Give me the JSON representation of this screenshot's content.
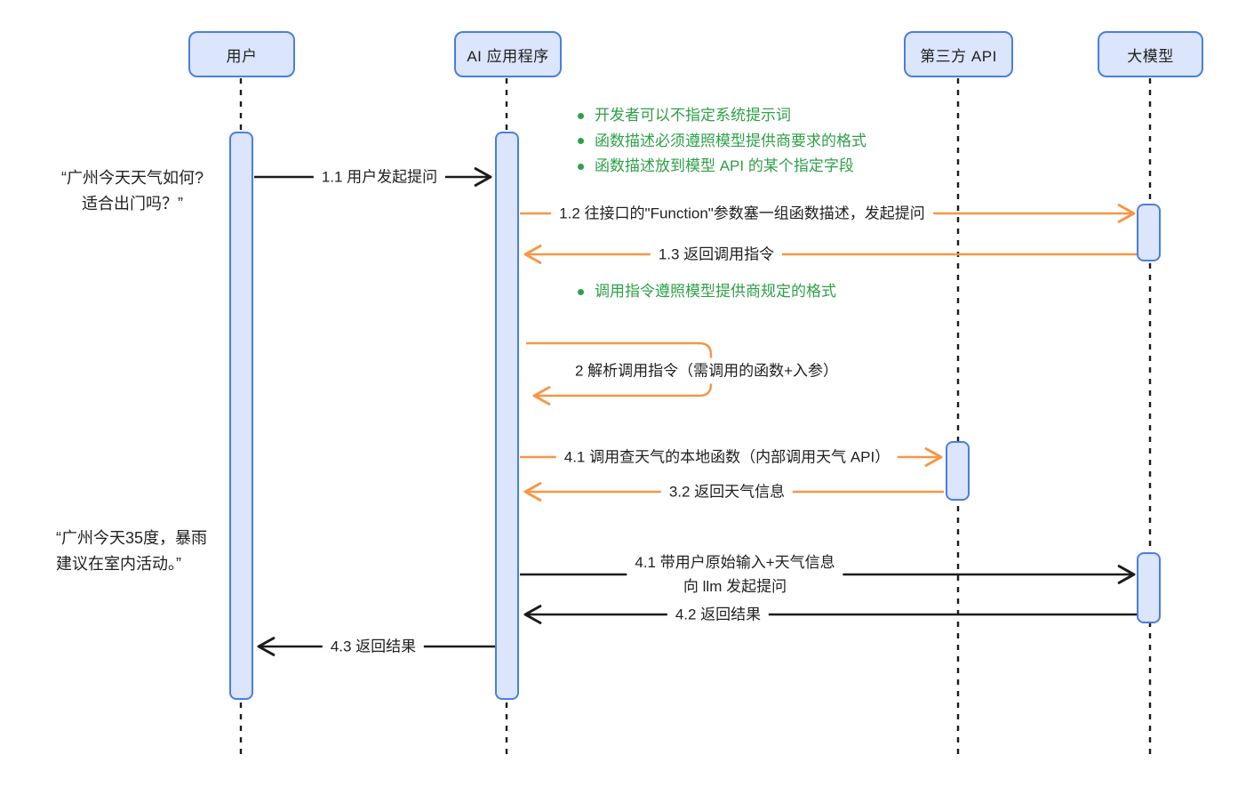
{
  "colors": {
    "line": "#1b1b1b",
    "orange": "#f79646",
    "green": "#2fa048",
    "blue_border": "#4a7ede",
    "blue_fill": "#dbe5fb",
    "text": "#1f1f1f"
  },
  "participants": [
    {
      "label": "用户"
    },
    {
      "label": "AI 应用程序"
    },
    {
      "label": "第三方 API"
    },
    {
      "label": "大模型"
    }
  ],
  "notes": {
    "note1": {
      "items": [
        "开发者可以不指定系统提示词",
        "函数描述必须遵照模型提供商要求的格式",
        "函数描述放到模型 API 的某个指定字段"
      ]
    },
    "note2": {
      "items": [
        "调用指令遵照模型提供商规定的格式"
      ]
    }
  },
  "messages": {
    "m11": "1.1 用户发起提问",
    "m12": "1.2 往接口的\"Function\"参数塞一组函数描述，发起提问",
    "m13": "1.3 返回调用指令",
    "m2": "2 解析调用指令（需调用的函数+入参）",
    "m41api": "4.1 调用查天气的本地函数（内部调用天气 API）",
    "m32": "3.2 返回天气信息",
    "m41llm_line1": "4.1 带用户原始输入+天气信息",
    "m41llm_line2": "向 llm 发起提问",
    "m42": "4.2 返回结果",
    "m43": "4.3 返回结果"
  },
  "quotes": {
    "q1_line1": "“广州今天天气如何?",
    "q1_line2": "适合出门吗？”",
    "q2_line1": "“广州今天35度，暴雨",
    "q2_line2": "建议在室内活动。”"
  }
}
